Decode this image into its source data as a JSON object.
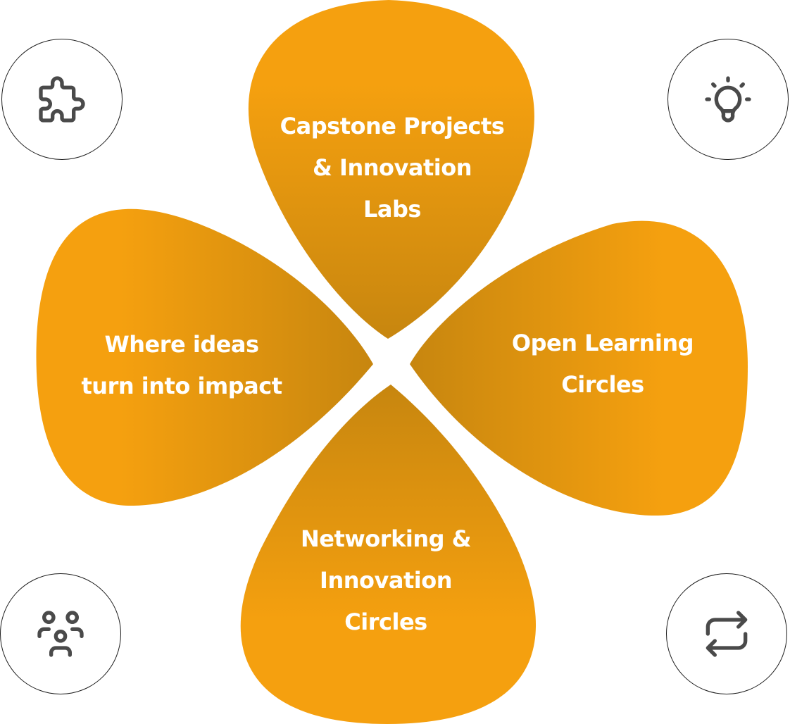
{
  "diagram": {
    "petals": {
      "top": {
        "lines": [
          "Capstone Projects",
          "& Innovation",
          "Labs"
        ]
      },
      "left": {
        "lines": [
          "Where ideas",
          "turn into impact"
        ]
      },
      "right": {
        "lines": [
          "Open Learning",
          "Circles"
        ]
      },
      "bottom": {
        "lines": [
          "Networking &",
          "Innovation",
          "Circles"
        ]
      }
    },
    "icons": {
      "top_left": "puzzle-icon",
      "top_right": "lightbulb-icon",
      "bottom_left": "users-group-icon",
      "bottom_right": "repeat-icon"
    },
    "colors": {
      "petal_outer": "#F5A00F",
      "petal_inner": "#C7860F",
      "text": "#FFFFFF",
      "icon": "#4A4A4A",
      "circle_border": "#1E1E1E"
    }
  }
}
